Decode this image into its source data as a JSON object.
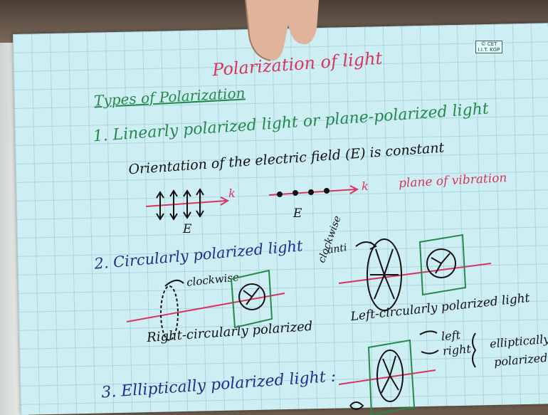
{
  "watermark": [
    "© CET",
    "I.I.T. KGP"
  ],
  "title": "Polarization of light",
  "section_heading": "Types of Polarization",
  "item1": {
    "heading": "1. Linearly polarized light or plane-polarized light",
    "subtext": "Orientation of the electric field (E) is constant",
    "k_label_1": "k",
    "k_label_2": "k",
    "e_label_1": "E",
    "e_label_2": "E",
    "plane_note": "plane of vibration"
  },
  "item2": {
    "heading": "2. Circularly polarized light",
    "clockwise": "clockwise",
    "anti": "anti",
    "anticlockwise": "clockwise",
    "right_label": "Right-circularly polarized",
    "left_label": "Left-circularly polarized light"
  },
  "item3": {
    "heading": "3. Elliptically polarized light :",
    "left": "left",
    "right": "right",
    "ell_1": "elliptically",
    "ell_2": "polarized"
  },
  "colors": {
    "pink": "#d9345f",
    "green": "#238a4a",
    "blue": "#1f2f8f",
    "ink": "#111111"
  }
}
